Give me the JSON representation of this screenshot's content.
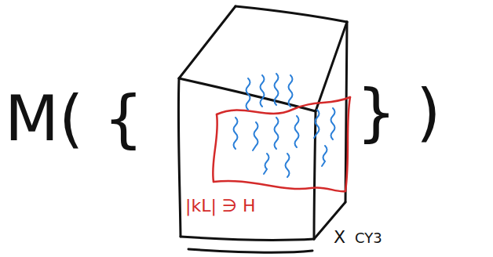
{
  "diagram": {
    "labels": [
      "M( {",
      "|kL| ∋ H",
      "X",
      "CY3",
      "} )"
    ]
  }
}
